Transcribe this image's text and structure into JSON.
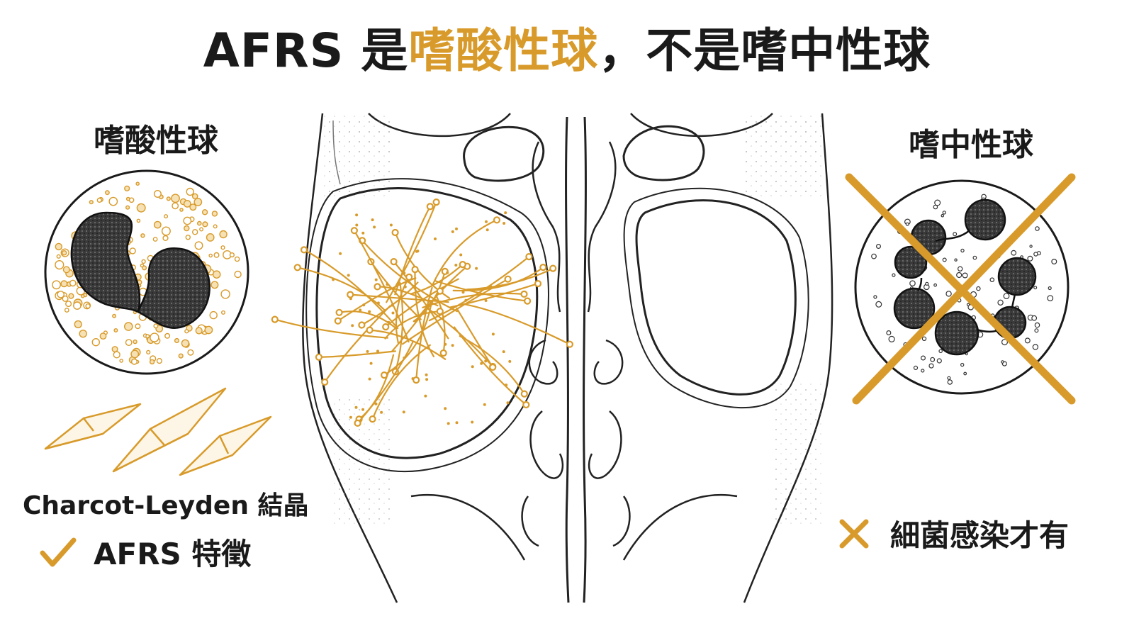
{
  "title": {
    "prefix": "AFRS 是",
    "accent": "嗜酸性球",
    "suffix": "，不是嗜中性球"
  },
  "left_panel": {
    "heading": "嗜酸性球",
    "crystal_label": "Charcot-Leyden 結晶",
    "feature_label": "AFRS 特徵",
    "check_icon": "check-icon"
  },
  "right_panel": {
    "heading": "嗜中性球",
    "bacteria_label": "細菌感染才有",
    "cross_icon": "cross-icon"
  },
  "colors": {
    "accent": "#D89B2B",
    "ink": "#1a1a1a",
    "nucleus": "#333333"
  }
}
